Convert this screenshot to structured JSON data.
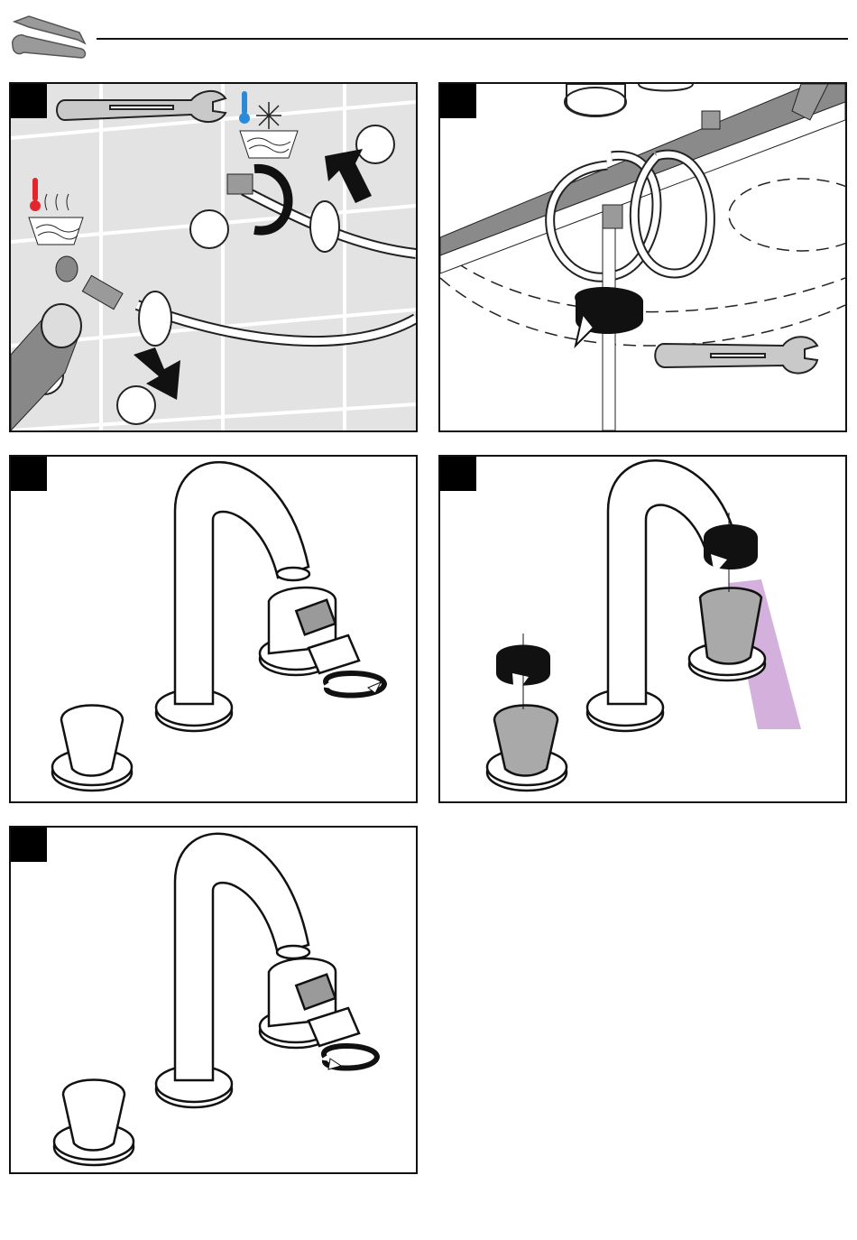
{
  "header": {
    "tools_icon": "wrench-screwdriver-icon"
  },
  "colors": {
    "hot": "#e3262d",
    "cold": "#2a8ad8",
    "water_flow": "#b16fc1",
    "cap_gray": "#a9a9a9",
    "tile": "#e3e3e3"
  },
  "steps": [
    {
      "id": "step-1",
      "icons": [
        "wrench-icon",
        "hot-water-icon",
        "cold-water-icon",
        "push-arrow-icon",
        "rotate-arrow-icon"
      ],
      "callouts": 4
    },
    {
      "id": "step-2",
      "icons": [
        "wrench-icon",
        "rotate-arrow-icon",
        "hose-icon"
      ],
      "callouts": 0
    },
    {
      "id": "step-3",
      "icons": [
        "faucet-icon",
        "handle-icon",
        "aerator-icon",
        "rotate-arrow-icon"
      ],
      "callouts": 0
    },
    {
      "id": "step-4",
      "icons": [
        "faucet-icon",
        "handle-icon",
        "rotate-arrow-icon",
        "water-stream-icon"
      ],
      "callouts": 0
    },
    {
      "id": "step-5",
      "icons": [
        "faucet-icon",
        "handle-icon",
        "aerator-icon",
        "rotate-arrow-icon"
      ],
      "callouts": 0
    }
  ]
}
